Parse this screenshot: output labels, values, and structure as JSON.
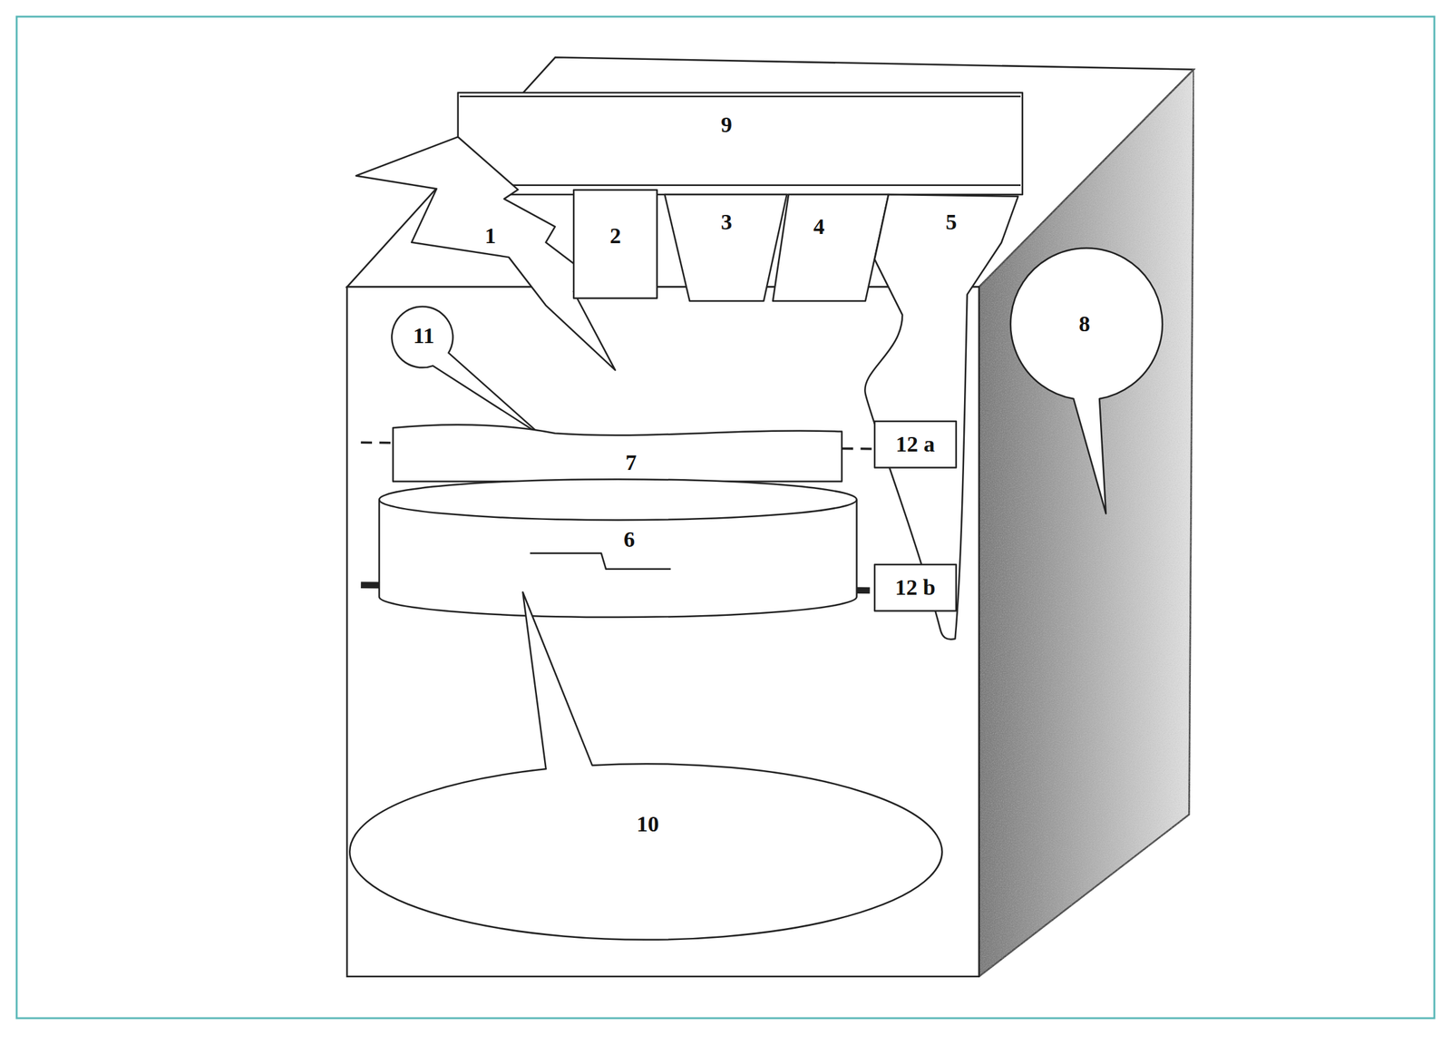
{
  "diagram": {
    "nodes": [
      {
        "text": [
          "9"
        ]
      },
      {
        "text": [
          "1"
        ]
      },
      {
        "text": [
          "2"
        ]
      },
      {
        "text": [
          "3"
        ]
      },
      {
        "text": [
          "4"
        ]
      },
      {
        "text": [
          "5"
        ]
      },
      {
        "text": [
          "11"
        ]
      },
      {
        "text": [
          "8"
        ]
      },
      {
        "text": [
          "12 a"
        ]
      },
      {
        "text": [
          "7"
        ]
      },
      {
        "text": [
          "6"
        ]
      },
      {
        "text": [
          "12 b"
        ]
      },
      {
        "text": [
          "10"
        ]
      }
    ]
  }
}
